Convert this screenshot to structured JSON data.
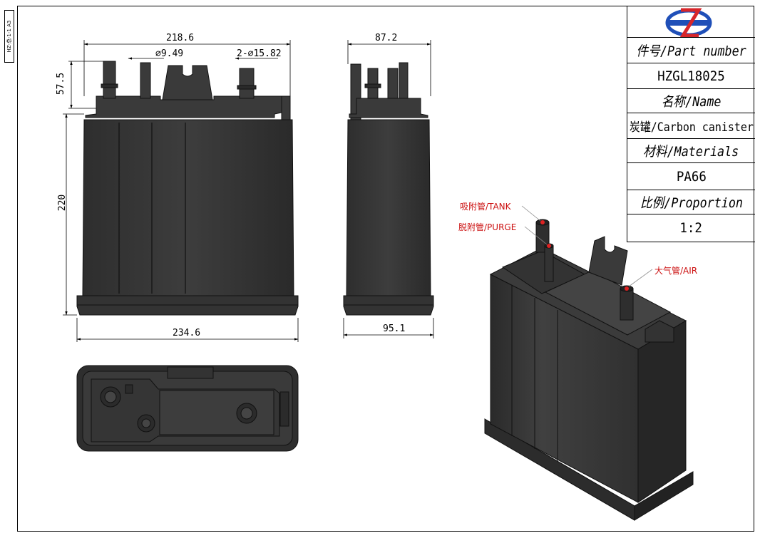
{
  "side_tag": "HZ-总-1-1  A3",
  "title_block": {
    "part_number_label": "件号/Part number",
    "part_number": "HZGL18025",
    "name_label": "名称/Name",
    "name": "炭罐/Carbon canister",
    "materials_label": "材料/Materials",
    "materials": "PA66",
    "proportion_label": "比例/Proportion",
    "proportion": "1:2"
  },
  "dimensions": {
    "top_width": "218.6",
    "small_port_dia": "∅9.49",
    "large_port_dia": "2-∅15.82",
    "port_height": "57.5",
    "body_height": "220",
    "base_width": "234.6",
    "side_top_width": "87.2",
    "side_base_width": "95.1"
  },
  "callouts": {
    "tank": "吸附管/TANK",
    "purge": "脱附管/PURGE",
    "air": "大气管/AIR"
  },
  "colors": {
    "body": "#3a3a3a",
    "body_dark": "#262626",
    "body_light": "#4a4a4a",
    "callout": "#cc1111",
    "logo_blue": "#1f4fb8",
    "logo_red": "#d8262a"
  }
}
